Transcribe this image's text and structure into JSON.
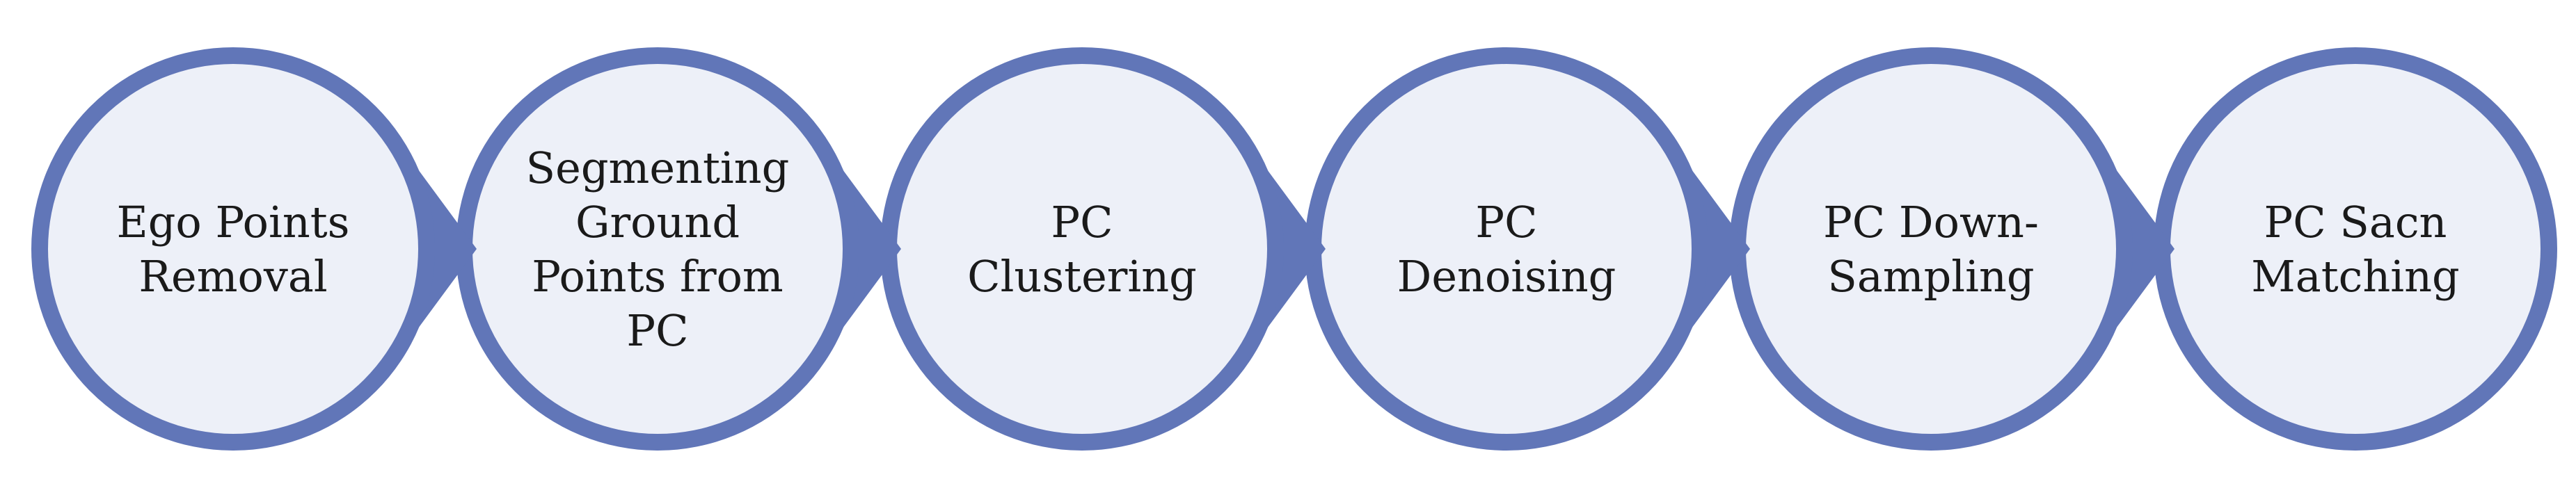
{
  "colors": {
    "ring": "#6176b8",
    "fill": "#edf0f8",
    "text": "#1a1a1a"
  },
  "steps": [
    {
      "lines": [
        "Ego Points",
        "Removal"
      ]
    },
    {
      "lines": [
        "Segmenting",
        "Ground",
        "Points from",
        "PC"
      ]
    },
    {
      "lines": [
        "PC",
        "Clustering"
      ]
    },
    {
      "lines": [
        "PC",
        "Denoising"
      ]
    },
    {
      "lines": [
        "PC Down-",
        "Sampling"
      ]
    },
    {
      "lines": [
        "PC Sacn",
        "Matching"
      ]
    }
  ]
}
